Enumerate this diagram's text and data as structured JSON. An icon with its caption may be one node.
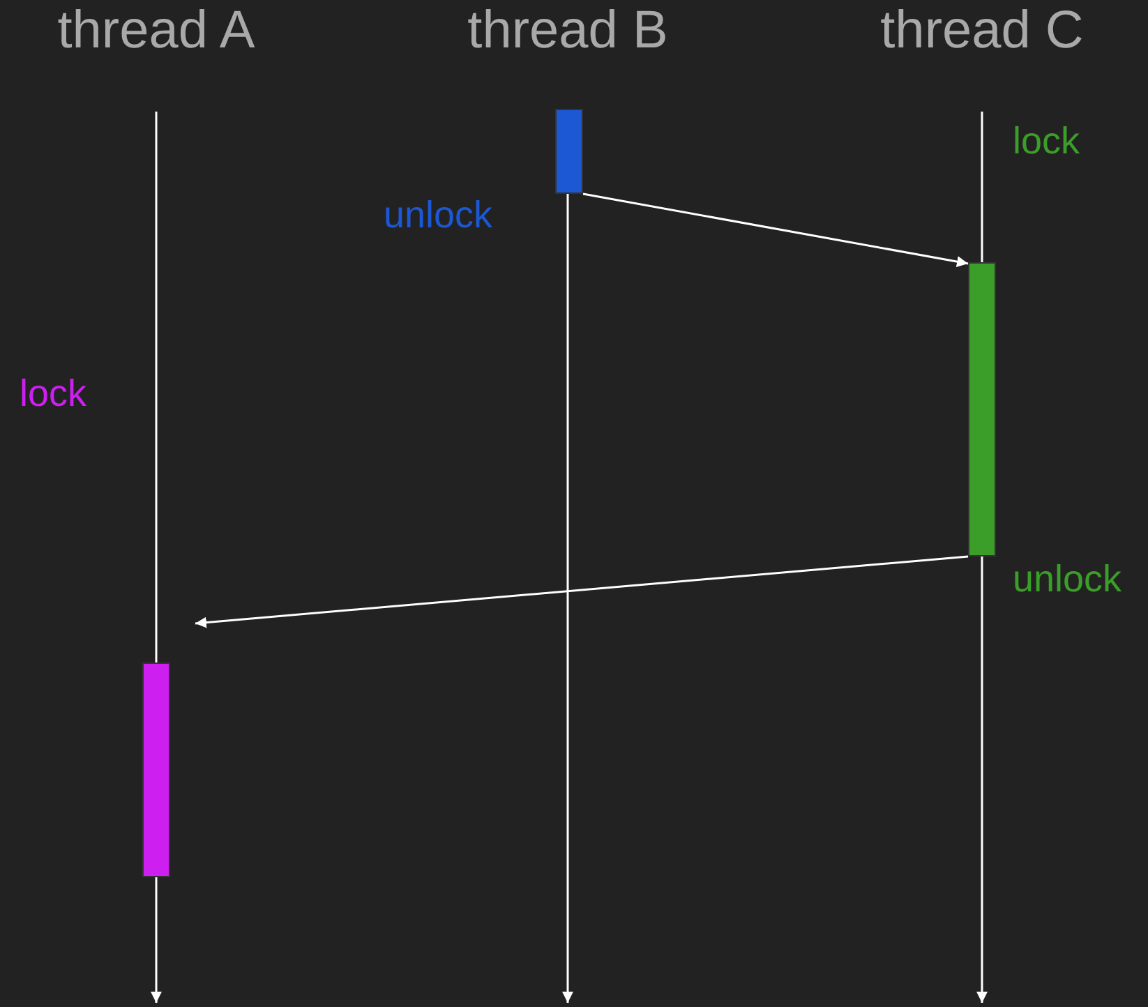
{
  "diagram": {
    "nodes": [
      {
        "text": [
          "thread A"
        ]
      },
      {
        "text": [
          "thread B"
        ]
      },
      {
        "text": [
          "thread C"
        ]
      },
      {
        "text": [],
        "shape": "bar"
      },
      {
        "text": [],
        "shape": "bar"
      },
      {
        "text": [],
        "shape": "bar"
      }
    ],
    "edges": [
      {
        "from": 3,
        "to": 4,
        "arrow": "to"
      },
      {
        "from": 4,
        "to": null,
        "arrow": "to"
      },
      {
        "from": 0,
        "to": null,
        "arrow": "to"
      },
      {
        "from": 1,
        "to": null,
        "arrow": "to"
      },
      {
        "from": 2,
        "to": null,
        "arrow": "to"
      }
    ],
    "labels": [
      "lock",
      "unlock",
      "lock",
      "unlock"
    ]
  }
}
